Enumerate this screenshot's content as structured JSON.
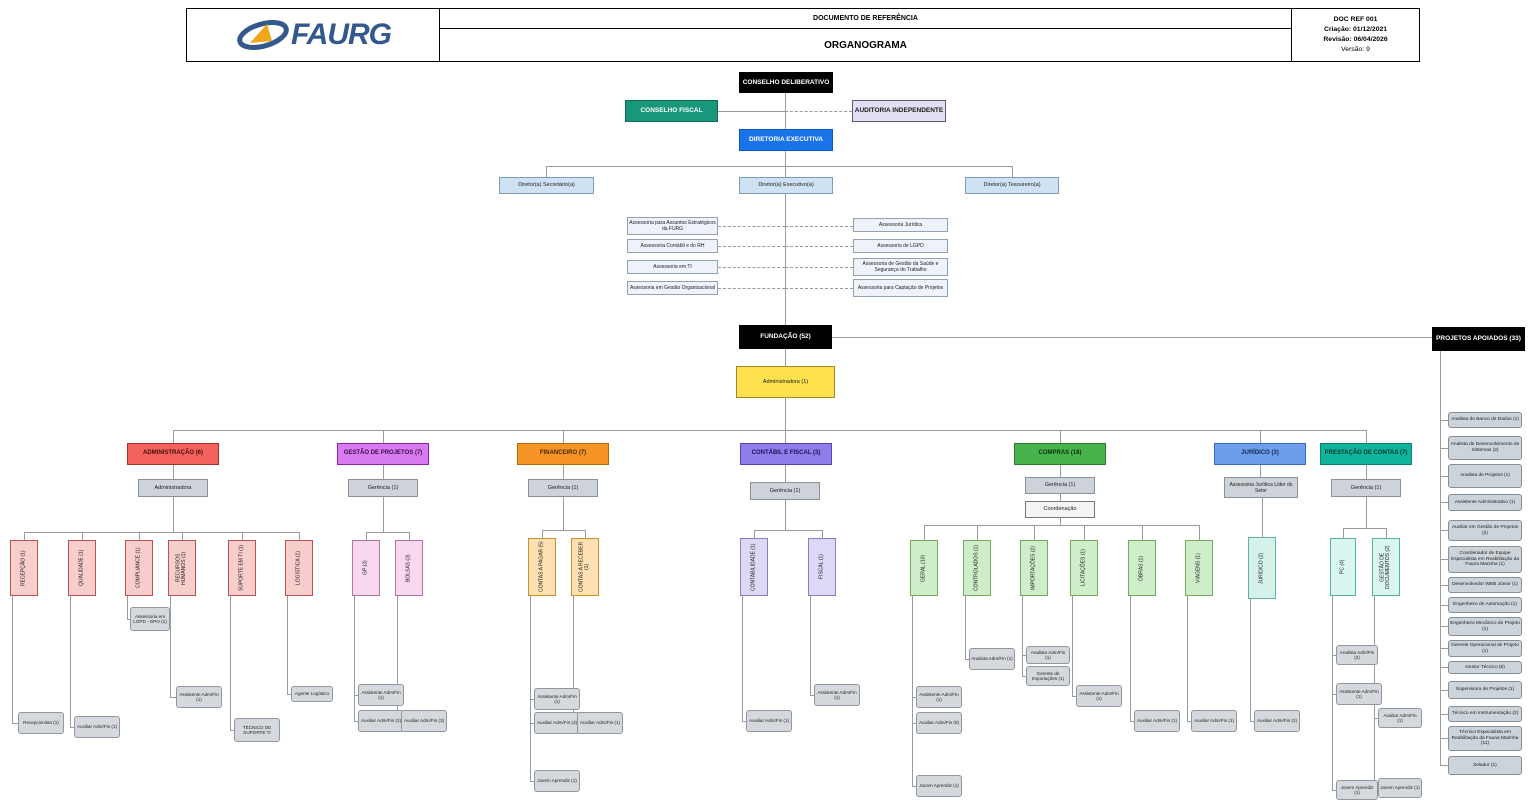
{
  "header": {
    "logo_text": "FAURG",
    "doc_label": "DOCUMENTO DE REFERÊNCIA",
    "title": "ORGANOGRAMA",
    "doc_ref": "DOC REF 001",
    "criacao": "Criação: 01/12/2021",
    "revisao": "Revisão: 06/04/2026",
    "versao": "Versão: 9"
  },
  "top": {
    "conselho_deliberativo": "CONSELHO DELIBERATIVO",
    "conselho_fiscal": "CONSELHO FISCAL",
    "auditoria": "AUDITORIA INDEPENDENTE",
    "diretoria_executiva": "DIRETORIA EXECUTIVA",
    "diretores": [
      "Diretor(a) Secretário(a)",
      "Diretor(a) Executivo(a)",
      "Diretor(a) Tesoureiro(a)"
    ],
    "assessorias_esq": [
      "Assessoria para Assuntos Estratégicos da FURG",
      "Assessoria Contábil e do RH",
      "Assessoria em TI",
      "Assessoria em Gestão Organizacional"
    ],
    "assessorias_dir": [
      "Assessoria Jurídica",
      "Assessoria de LGPD",
      "Assessoria de Gestão da Saúde e Segurança do Trabalho",
      "Assessoria para Captação de Projetos"
    ]
  },
  "fundacao": {
    "label": "FUNDAÇÃO (52)",
    "administradora": "Administradora (1)"
  },
  "projetos": {
    "label": "PROJETOS APOIADOS (33)",
    "itens": [
      "Analista de Banco de Dados (1)",
      "Analista de Desenvolvimento de Sistemas (2)",
      "Analista de Projetos (1)",
      "Assistente Administrativo (1)",
      "Auxiliar em Gestão de Projetos (2)",
      "Coordenador de Equipe Especialista em Reabilitação da Fauna Marinha (1)",
      "Desenvolvedor WEB Júnior (1)",
      "Engenheiro de Automação (1)",
      "Engenheiro Mecânico de Projeto (1)",
      "Gerente Operacional de Projeto (1)",
      "Gestor Técnico (6)",
      "Supervisora de Projetos (1)",
      "Técnico em Instrumentação (2)",
      "Técnico Especialista em Reabilitação da Fauna Marinha (11)",
      "Zelador (1)"
    ]
  },
  "deps": {
    "admin": {
      "label": "ADMINISTRAÇÃO (6)",
      "head": "Administradora",
      "s": [
        {
          "l": "RECEPÇÃO (1)",
          "c": [
            "Recepcionista (1)"
          ]
        },
        {
          "l": "QUALIDADE (1)",
          "c": [
            "Auxiliar Adm/Fin (1)"
          ]
        },
        {
          "l": "COMPLIANCE (1)",
          "c": [
            "Assessoria em LGPD - DPO (1)"
          ]
        },
        {
          "l": "RECURSOS HUMANOS (1)",
          "c": [
            "Assistente Adm/Fin (1)"
          ]
        },
        {
          "l": "SUPORTE EM TI (1)",
          "c": [
            "TÉCNICO DE SUPORTE TI"
          ]
        },
        {
          "l": "LOGÍSTICA (1)",
          "c": [
            "Agente Logístico"
          ]
        }
      ]
    },
    "gp": {
      "label": "GESTÃO DE PROJETOS (7)",
      "head": "Gerência (1)",
      "s": [
        {
          "l": "GP (3)",
          "c": [
            "Assistente Adm/Fin (1)",
            "Auxiliar Adm/Fin (2)"
          ]
        },
        {
          "l": "BOLSAS (3)",
          "c": [
            "Auxiliar Adm/Fin (3)"
          ]
        }
      ]
    },
    "fin": {
      "label": "FINANCEIRO (7)",
      "head": "Gerência (1)",
      "s": [
        {
          "l": "CONTAS A PAGAR (5)",
          "c": [
            "Assistente Adm/Fin (1)",
            "Auxiliar Adm/Fin (3)",
            "Jovem Aprendiz (1)"
          ]
        },
        {
          "l": "CONTAS A RECEBER (1)",
          "c": [
            "Auxiliar Adm/Fin (1)"
          ]
        }
      ]
    },
    "cf": {
      "label": "CONTÁBIL E FISCAL (3)",
      "head": "Gerência (1)",
      "s": [
        {
          "l": "CONTABILIDADE (1)",
          "c": [
            "Auxiliar Adm/Fin (1)"
          ]
        },
        {
          "l": "FISCAL (1)",
          "c": [
            "Assistente Adm/Fin (1)"
          ]
        }
      ]
    },
    "compras": {
      "label": "COMPRAS (18)",
      "head": "Gerência (1)",
      "coord": "Coordenação",
      "s": [
        {
          "l": "GERAL (10)",
          "c": [
            "Assistente Adm/Fin (1)",
            "Auxiliar Adm/Fin (8)",
            "Jovem Aprendiz (1)"
          ]
        },
        {
          "l": "CONTROLADOS (1)",
          "c": [
            "Analista Adm/Fin (1)"
          ]
        },
        {
          "l": "IMPORTAÇÕES (2)",
          "c": [
            "Analista Adm/Fin (1)",
            "Gerente de Importações (1)"
          ]
        },
        {
          "l": "LICITAÇÕES (1)",
          "c": [
            "Assistente Adm/Fin (1)"
          ]
        },
        {
          "l": "OBRAS (1)",
          "c": [
            "Auxiliar Adm/Fin (1)"
          ]
        },
        {
          "l": "VIAGENS (1)",
          "c": [
            "Auxiliar Adm/Fin (1)"
          ]
        }
      ]
    },
    "jur": {
      "label": "JURÍDICO (3)",
      "head": "Assessoria Jurídica Líder do Setor",
      "s": [
        {
          "l": "JURÍDICO (2)",
          "c": [
            "Auxiliar Adm/Fin (2)"
          ]
        }
      ]
    },
    "pc": {
      "label": "PRESTAÇÃO DE CONTAS (7)",
      "head": "Gerência (1)",
      "s": [
        {
          "l": "PC (4)",
          "c": [
            "Analista Adm/Fin (2)",
            "Assistente Adm/Fin (1)",
            "Jovem Aprendiz (1)"
          ]
        },
        {
          "l": "GESTÃO DE DOCUMENTOS (2)",
          "c": [
            "Auxiliar Adm/Fin (1)",
            "Jovem Aprendiz (1)"
          ]
        }
      ]
    }
  },
  "colors": {
    "black_node": "#000000",
    "conselho_fiscal": "#18977b",
    "auditoria": "#e3def3",
    "diretoria": "#1a73e8",
    "administradora": "#ffe14e",
    "admin": "#f4625e",
    "gestao_projetos": "#d87bf0",
    "financeiro": "#f79428",
    "contabil": "#8e7dea",
    "compras": "#47b34c",
    "juridico": "#6d9ded",
    "prestacao": "#0eb49c"
  }
}
